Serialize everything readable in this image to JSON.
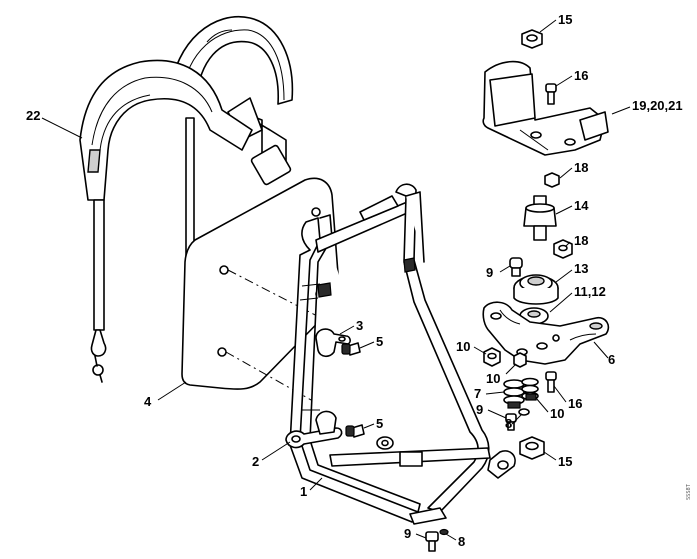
{
  "diagram": {
    "callouts": [
      {
        "id": "c15a",
        "label": "15"
      },
      {
        "id": "c16a",
        "label": "16"
      },
      {
        "id": "c192021",
        "label": "19,20,21"
      },
      {
        "id": "c18a",
        "label": "18"
      },
      {
        "id": "c14",
        "label": "14"
      },
      {
        "id": "c18b",
        "label": "18"
      },
      {
        "id": "c9a",
        "label": "9"
      },
      {
        "id": "c13",
        "label": "13"
      },
      {
        "id": "c1112",
        "label": "11,12"
      },
      {
        "id": "c6",
        "label": "6"
      },
      {
        "id": "c10a",
        "label": "10"
      },
      {
        "id": "c10b",
        "label": "10"
      },
      {
        "id": "c7",
        "label": "7"
      },
      {
        "id": "c10c",
        "label": "10"
      },
      {
        "id": "c16b",
        "label": "16"
      },
      {
        "id": "c9b",
        "label": "9"
      },
      {
        "id": "c8a",
        "label": "8"
      },
      {
        "id": "c15b",
        "label": "15"
      },
      {
        "id": "c22",
        "label": "22"
      },
      {
        "id": "c3",
        "label": "3"
      },
      {
        "id": "c5a",
        "label": "5"
      },
      {
        "id": "c4",
        "label": "4"
      },
      {
        "id": "c5b",
        "label": "5"
      },
      {
        "id": "c2",
        "label": "2"
      },
      {
        "id": "c1",
        "label": "1"
      },
      {
        "id": "c9c",
        "label": "9"
      },
      {
        "id": "c8b",
        "label": "8"
      }
    ],
    "side_text": "SSS8T"
  }
}
